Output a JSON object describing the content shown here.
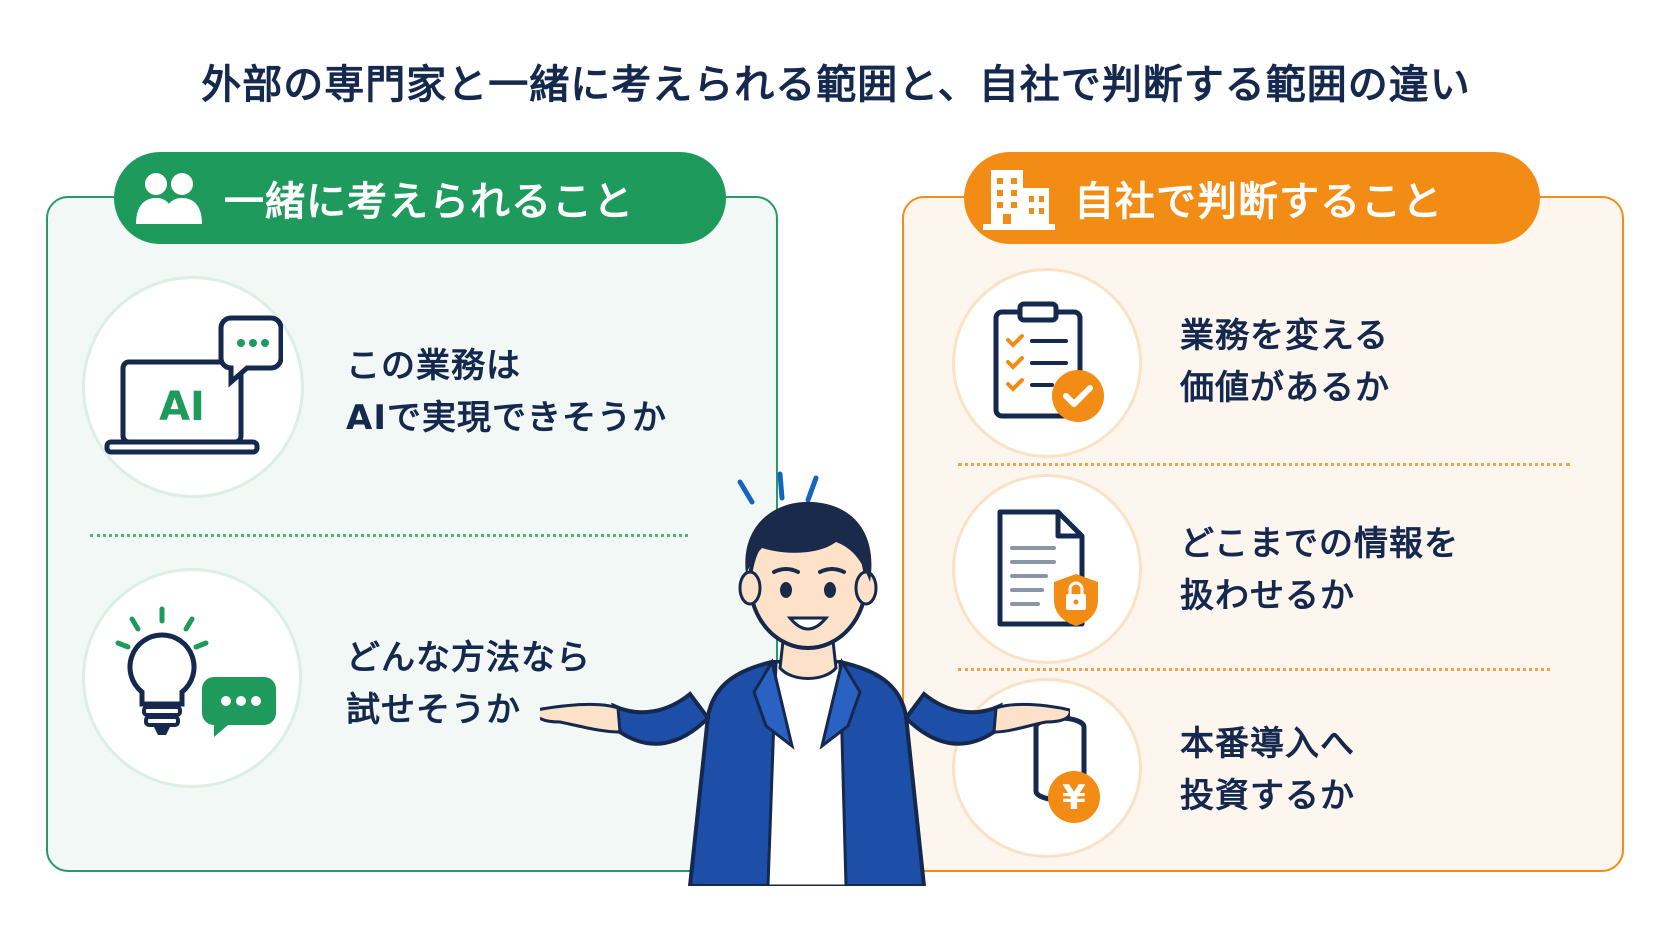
{
  "title": "外部の専門家と一緒に考えられる範囲と、自社で判断する範囲の違い",
  "left": {
    "heading": "一緒に考えられること",
    "heading_icon": "people-icon",
    "color": "#1e9a5c",
    "items": [
      {
        "icon": "laptop-ai-chat-icon",
        "lines": [
          "この業務は",
          "AIで実現できそうか"
        ]
      },
      {
        "icon": "lightbulb-chat-icon",
        "lines": [
          "どんな方法なら",
          "試せそうか"
        ]
      }
    ]
  },
  "right": {
    "heading": "自社で判断すること",
    "heading_icon": "building-icon",
    "color": "#f28c14",
    "items": [
      {
        "icon": "clipboard-check-icon",
        "lines": [
          "業務を変える",
          "価値があるか"
        ]
      },
      {
        "icon": "document-lock-icon",
        "lines": [
          "どこまでの情報を",
          "扱わせるか"
        ]
      },
      {
        "icon": "coins-yen-icon",
        "lines": [
          "本番導入へ",
          "投資するか"
        ]
      }
    ]
  },
  "laptop_label": "AI",
  "yen_symbol": "¥"
}
